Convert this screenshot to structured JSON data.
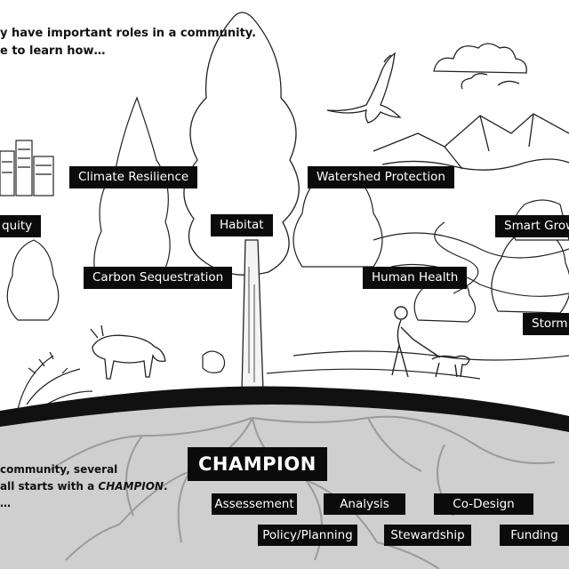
{
  "intro": {
    "line1": "y have important roles in a community.",
    "line2": "e to learn how…"
  },
  "benefits": {
    "climate_resilience": "Climate Resilience",
    "watershed_protection": "Watershed Protection",
    "equity": "quity",
    "habitat": "Habitat",
    "smart_growth": "Smart Grow",
    "carbon_sequestration": "Carbon Sequestration",
    "human_health": "Human Health",
    "storm": "Storm"
  },
  "ground": {
    "line1": "community, several",
    "line2_prefix": "all starts with a ",
    "line2_emphasis": "CHAMPION",
    "line2_suffix": ".",
    "line3": "…"
  },
  "champion_label": "CHAMPION",
  "stages": {
    "assessement": "Assessement",
    "analysis": "Analysis",
    "co_design": "Co-Design",
    "policy_planning": "Policy/Planning",
    "stewardship": "Stewardship",
    "funding": "Funding"
  },
  "colors": {
    "label_bg": "#0b0b0b",
    "label_text": "#ffffff",
    "ground_fill": "#cfcfcf",
    "soil_band": "#111111"
  }
}
